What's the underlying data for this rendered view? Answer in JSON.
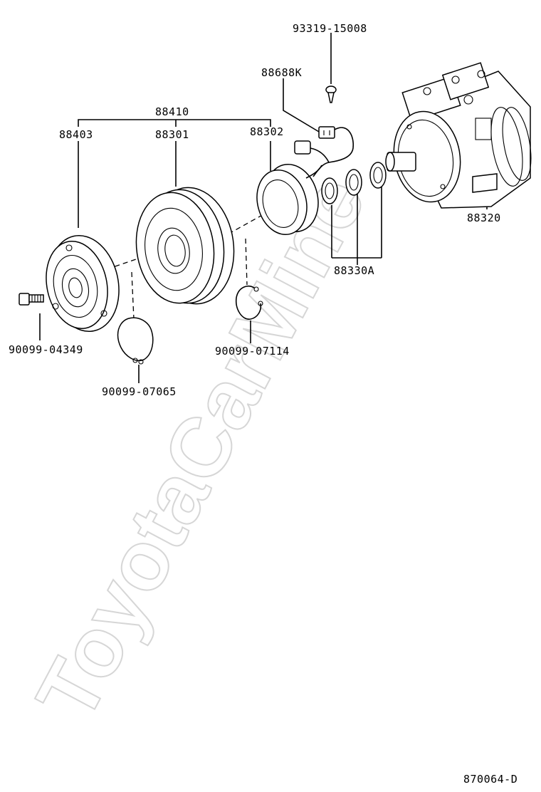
{
  "diagram": {
    "watermark": "ToyotaCarMine",
    "footer_code": "870064-D",
    "labels": {
      "p93319": "93319-15008",
      "p88688k": "88688K",
      "p88410": "88410",
      "p88403": "88403",
      "p88301": "88301",
      "p88302": "88302",
      "p88320": "88320",
      "p88330a": "88330A",
      "p90099_04349": "90099-04349",
      "p90099_07114": "90099-07114",
      "p90099_07065": "90099-07065"
    },
    "colors": {
      "ink": "#000000",
      "watermark": "#d6d6d6",
      "background": "#ffffff"
    }
  }
}
